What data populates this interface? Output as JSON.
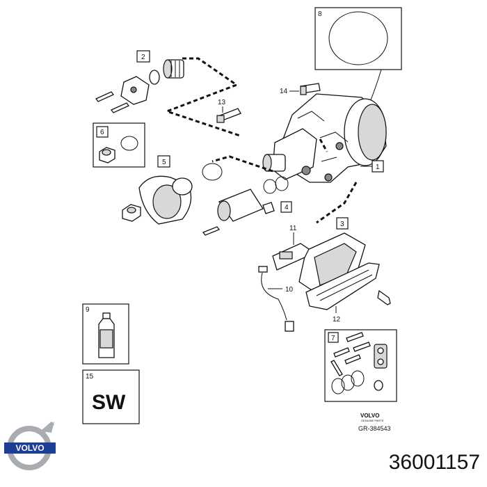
{
  "diagram": {
    "callouts": {
      "p1": "1",
      "p2": "2",
      "p3": "3",
      "p4": "4",
      "p5": "5",
      "p6": "6",
      "p7": "7",
      "p8": "8",
      "p9": "9",
      "p10": "10",
      "p11": "11",
      "p12": "12",
      "p13": "13",
      "p14": "14",
      "p15": "15"
    },
    "sw_label": "SW",
    "brand_small": "VOLVO",
    "brand_subtitle": "GENUINE PARTS",
    "drawing_ref": "GR-384543"
  },
  "footer": {
    "logo_text": "VOLVO",
    "part_number": "36001157"
  },
  "colors": {
    "ink": "#111111",
    "shade": "#d8d8d8",
    "logo_blue": "#1c3e94",
    "logo_silver": "#a9acb0"
  }
}
